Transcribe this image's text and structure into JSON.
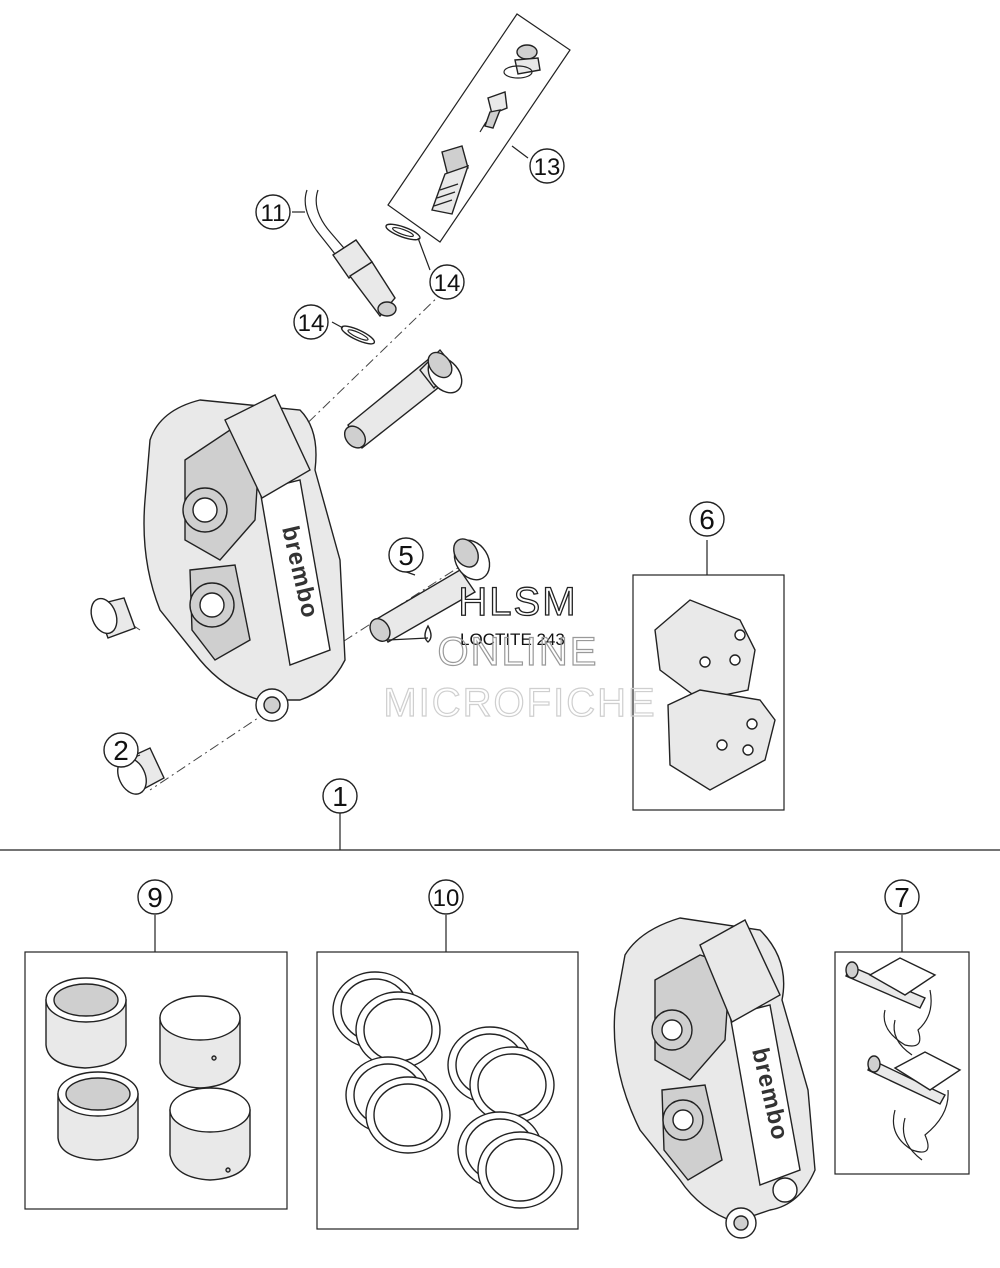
{
  "callouts": {
    "c1": "1",
    "c2": "2",
    "c5": "5",
    "c6": "6",
    "c7": "7",
    "c9": "9",
    "c10": "10",
    "c11": "11",
    "c13": "13",
    "c14a": "14",
    "c14b": "14"
  },
  "note": {
    "loctite": "LOCTITE 243"
  },
  "caliper_brand": "brembo",
  "watermark": {
    "line1": "HLSM",
    "line2": "ONLINE",
    "line3": "MICROFICHE"
  }
}
